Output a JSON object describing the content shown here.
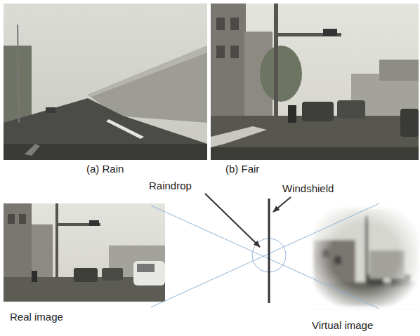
{
  "diagram": {
    "labels": [
      "(a) Rain",
      "(b) Fair",
      "Raindrop",
      "Windshield",
      "Real image",
      "Virtual image"
    ]
  }
}
